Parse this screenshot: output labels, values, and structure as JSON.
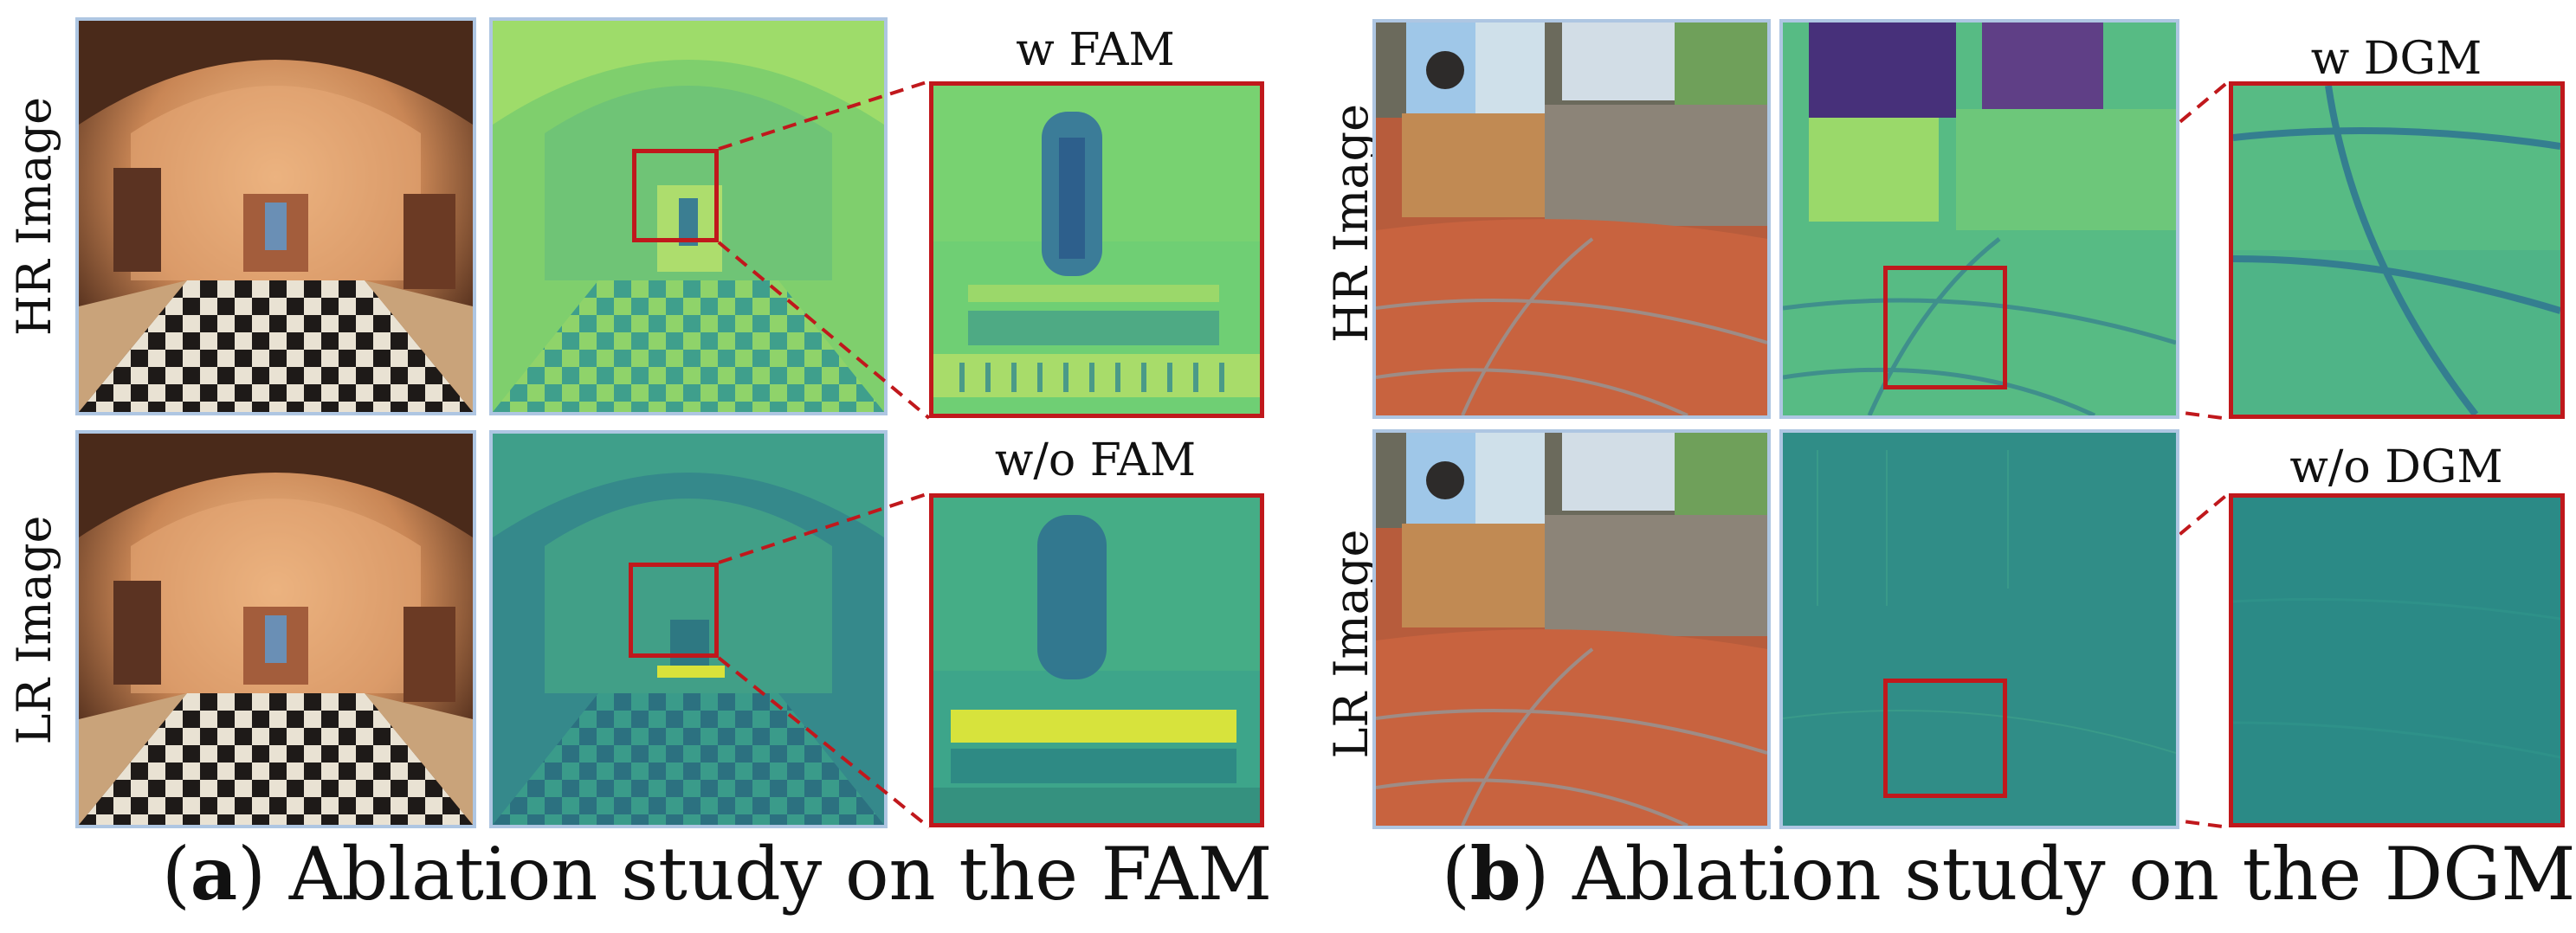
{
  "left_figure": {
    "row_labels": [
      "HR Image",
      "LR Image"
    ],
    "zoom_labels": [
      "w FAM",
      "w/o FAM"
    ],
    "caption_letter": "a",
    "caption_text": "Ablation study on the FAM"
  },
  "right_figure": {
    "row_labels": [
      "HR Image",
      "LR Image"
    ],
    "zoom_labels": [
      "w DGM",
      "w/o DGM"
    ],
    "caption_letter": "b",
    "caption_text": "Ablation study on the DGM"
  },
  "colors": {
    "panel_border": "#aec6e2",
    "highlight": "#c0181c",
    "feature_hr": "#5ec28a",
    "feature_lr": "#2f8c8a"
  }
}
